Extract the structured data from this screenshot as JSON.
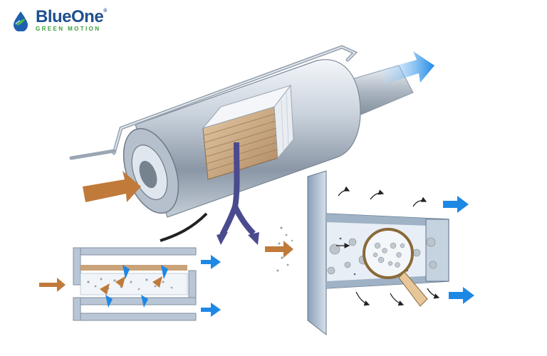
{
  "logo": {
    "brand": "BlueOne",
    "registered": "®",
    "tagline": "GREEN MOTION",
    "drop_icon": "water-drop-leaf-icon"
  },
  "colors": {
    "brand_blue": "#1f4f8f",
    "brand_green": "#3aa13a",
    "flow_in_arrow": "#c07a3a",
    "flow_out_arrow": "#1e88e5",
    "purple_arrow": "#4a4a8e",
    "ceramic_wall": "#c9a37a"
  },
  "diagram": {
    "components": [
      "filter-housing",
      "filter-core",
      "inlet",
      "outlet-pipe",
      "channel-diagram",
      "cross-section",
      "magnifier"
    ]
  }
}
